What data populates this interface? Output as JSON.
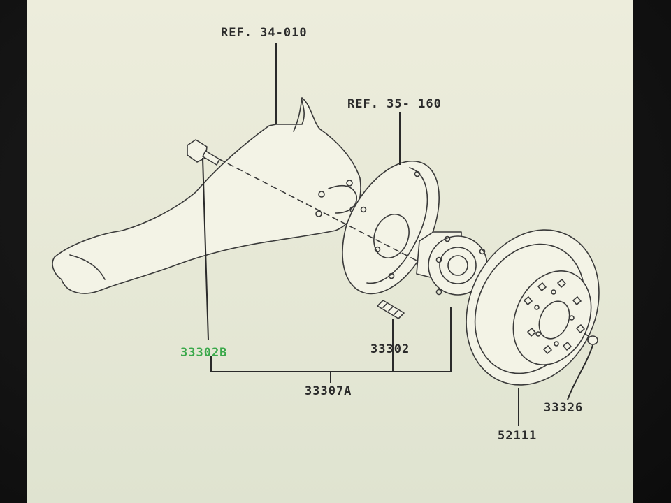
{
  "labels": {
    "ref_knuckle": "REF. 34-010",
    "ref_backing_plate": "REF. 35- 160",
    "bolt": "33302B",
    "stud": "33302",
    "hub_assembly": "33307A",
    "screw": "33326",
    "brake_disc": "52111"
  },
  "colors": {
    "highlight": "#3aa84a",
    "ink": "#2b2b2b",
    "paper": "#ebebda"
  }
}
